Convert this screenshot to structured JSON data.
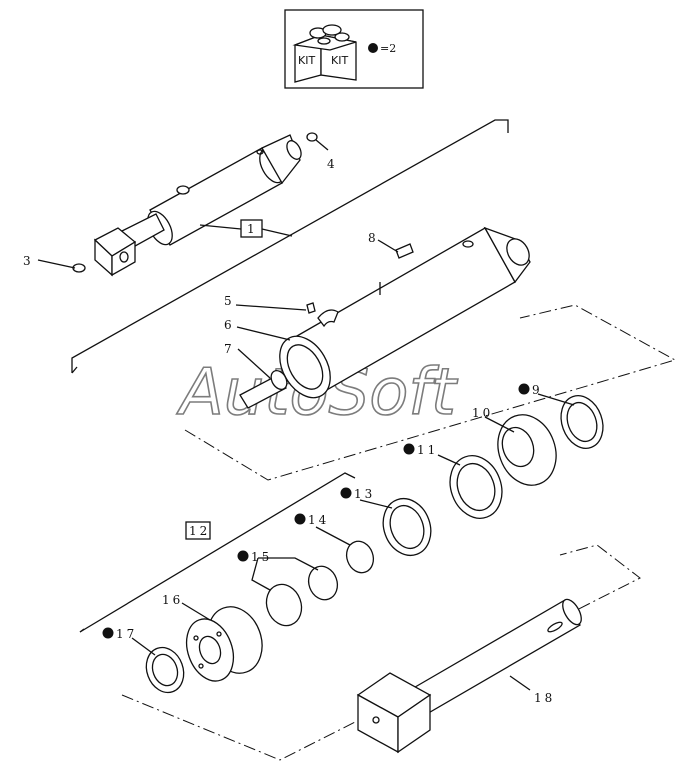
{
  "kit_box": {
    "kit_label_left": "KIT",
    "kit_label_right": "KIT",
    "equals": "=2"
  },
  "watermark": "AutoSoft",
  "callouts": [
    {
      "id": "c1",
      "text": "1"
    },
    {
      "id": "c3",
      "text": "3"
    },
    {
      "id": "c4",
      "text": "4"
    },
    {
      "id": "c5",
      "text": "5"
    },
    {
      "id": "c6",
      "text": "6"
    },
    {
      "id": "c7",
      "text": "7"
    },
    {
      "id": "c8",
      "text": "8"
    },
    {
      "id": "c9",
      "text": "9"
    },
    {
      "id": "c10",
      "text": "10"
    },
    {
      "id": "c11",
      "text": "11"
    },
    {
      "id": "c12",
      "text": "12"
    },
    {
      "id": "c13",
      "text": "13"
    },
    {
      "id": "c14",
      "text": "14"
    },
    {
      "id": "c15",
      "text": "15"
    },
    {
      "id": "c16",
      "text": "16"
    },
    {
      "id": "c17",
      "text": "17"
    },
    {
      "id": "c18",
      "text": "18"
    }
  ]
}
